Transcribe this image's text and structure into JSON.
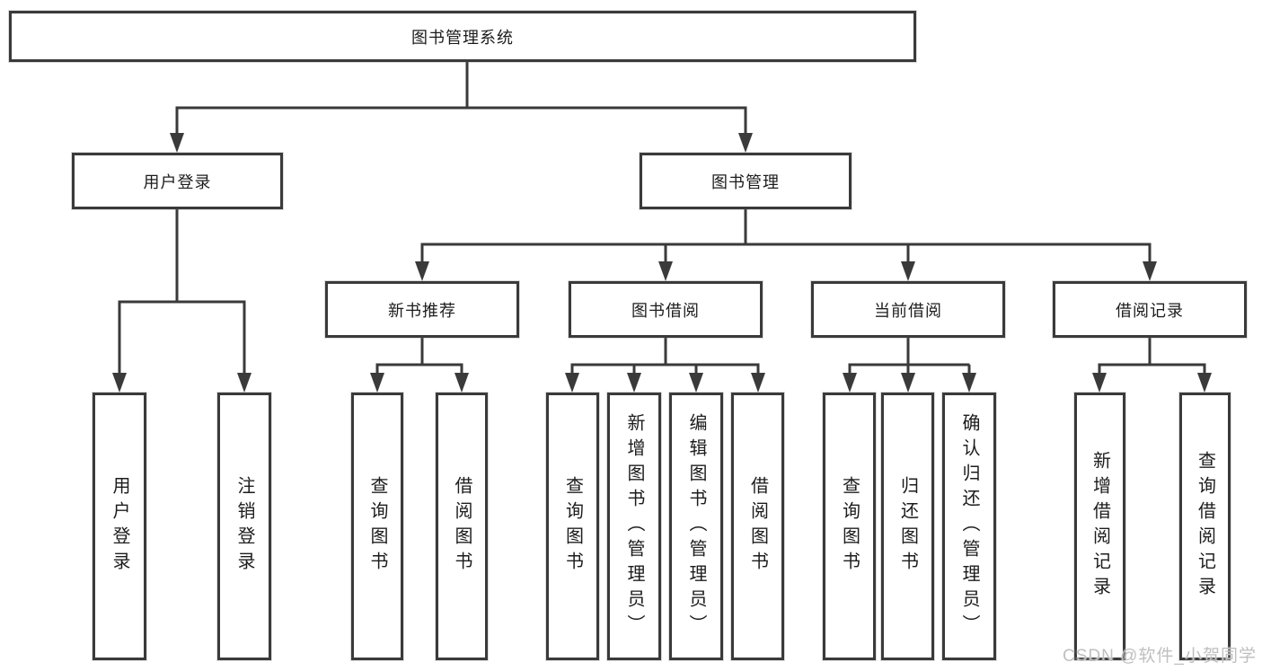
{
  "diagram": {
    "colors": {
      "line": "#3a3a3a",
      "box_border": "#3a3a3a",
      "text": "#1c1c1c",
      "background": "#ffffff",
      "watermark": "#bfbfc3"
    },
    "nodes": {
      "root": {
        "label": "图书管理系统"
      },
      "user_login": {
        "label": "用户登录",
        "children": [
          {
            "label": "用户登录"
          },
          {
            "label": "注销登录"
          }
        ]
      },
      "book_mgmt": {
        "label": "图书管理",
        "children": [
          {
            "label": "新书推荐",
            "children": [
              {
                "label": "查询图书"
              },
              {
                "label": "借阅图书"
              }
            ]
          },
          {
            "label": "图书借阅",
            "children": [
              {
                "label": "查询图书"
              },
              {
                "label": "新增图书（管理员）"
              },
              {
                "label": "编辑图书（管理员）"
              },
              {
                "label": "借阅图书"
              }
            ]
          },
          {
            "label": "当前借阅",
            "children": [
              {
                "label": "查询图书"
              },
              {
                "label": "归还图书"
              },
              {
                "label": "确认归还（管理员）"
              }
            ]
          },
          {
            "label": "借阅记录",
            "children": [
              {
                "label": "新增借阅记录"
              },
              {
                "label": "查询借阅记录"
              }
            ]
          }
        ]
      }
    },
    "watermark": "CSDN @软件_小贺同学"
  }
}
